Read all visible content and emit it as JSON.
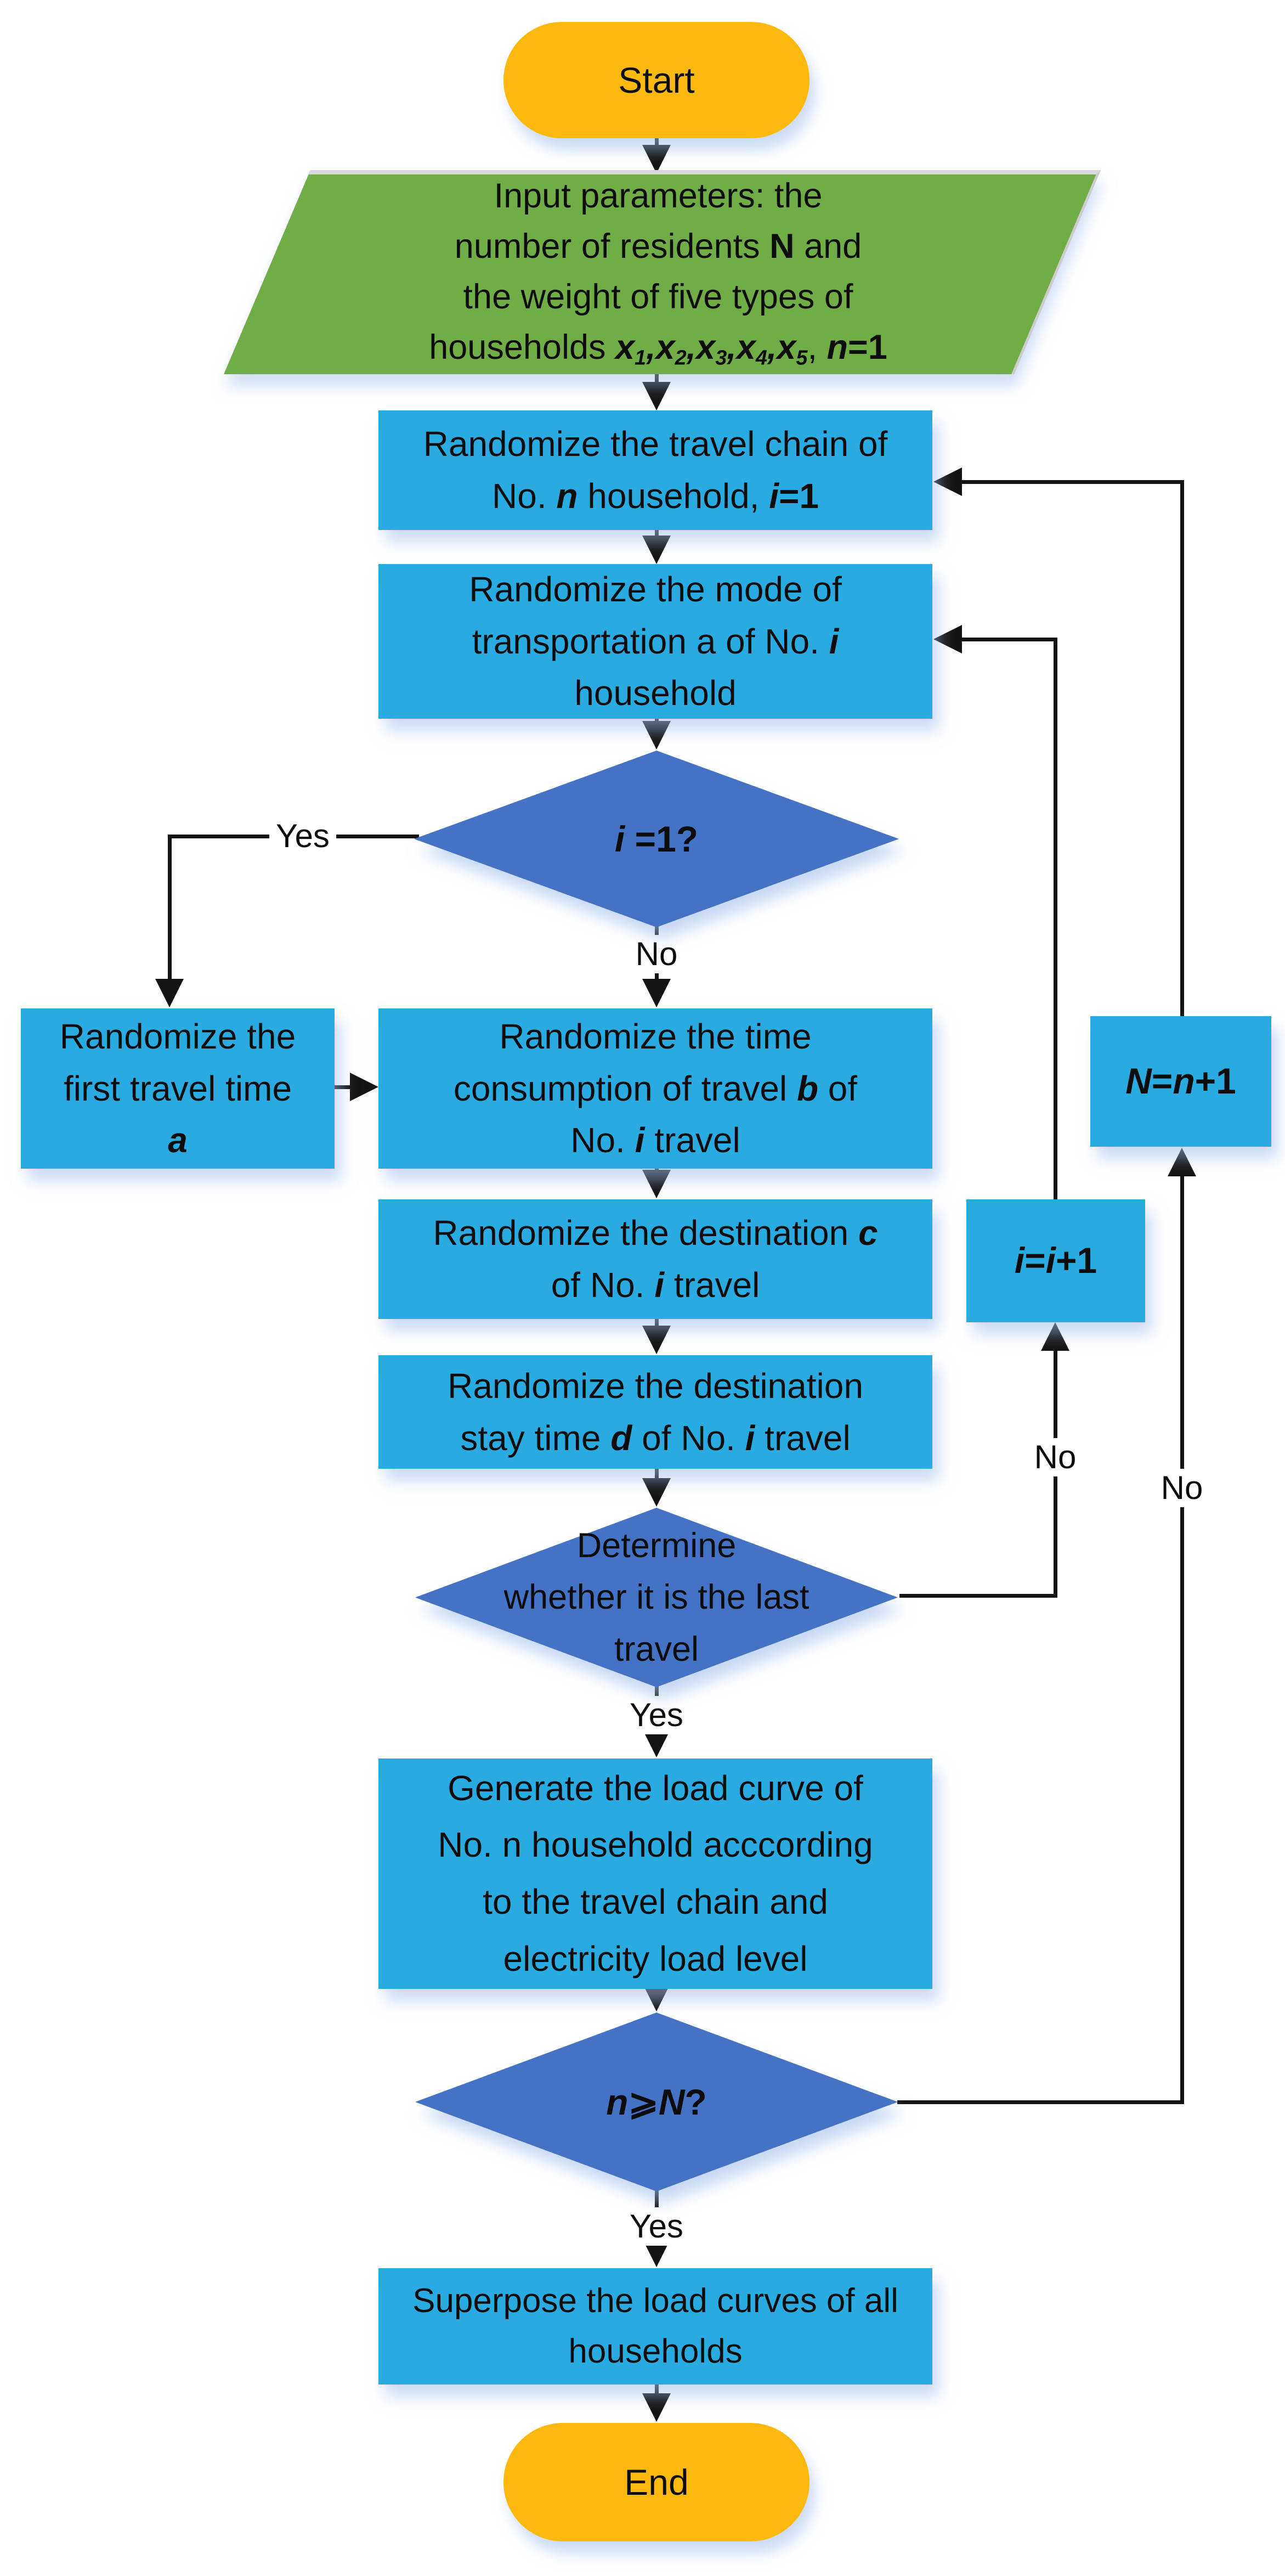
{
  "diagram": {
    "kind": "flowchart",
    "colors": {
      "terminator_fill": "#FBB80E",
      "io_fill": "#70AD47",
      "process_fill": "#29ABE2",
      "decision_fill": "#4472C4",
      "connector": "#141414",
      "text": "#0d0d0d",
      "background": "#ffffff"
    }
  },
  "nodes": {
    "start": {
      "label": "Start"
    },
    "input_parameters": {
      "lines": [
        [
          {
            "t": "Input parameters: the"
          }
        ],
        [
          {
            "t": "number of residents "
          },
          {
            "t": "N",
            "s": "b"
          },
          {
            "t": " and"
          }
        ],
        [
          {
            "t": "the weight of five types of"
          }
        ],
        [
          {
            "t": "households "
          },
          {
            "t": "x",
            "s": "bi"
          },
          {
            "t": "1",
            "s": "bisub"
          },
          {
            "t": ",",
            "s": "bi"
          },
          {
            "t": "x",
            "s": "bi"
          },
          {
            "t": "2",
            "s": "bisub"
          },
          {
            "t": ",",
            "s": "bi"
          },
          {
            "t": "x",
            "s": "bi"
          },
          {
            "t": "3",
            "s": "bisub"
          },
          {
            "t": ",",
            "s": "bi"
          },
          {
            "t": "x",
            "s": "bi"
          },
          {
            "t": "4",
            "s": "bisub"
          },
          {
            "t": ",",
            "s": "bi"
          },
          {
            "t": "x",
            "s": "bi"
          },
          {
            "t": "5",
            "s": "bisub"
          },
          {
            "t": ", "
          },
          {
            "t": "n",
            "s": "bi"
          },
          {
            "t": "=1",
            "s": "b"
          }
        ]
      ]
    },
    "travel_chain": {
      "lines": [
        [
          {
            "t": "Randomize the travel chain of"
          }
        ],
        [
          {
            "t": "No. "
          },
          {
            "t": "n",
            "s": "bi"
          },
          {
            "t": " household, "
          },
          {
            "t": "i",
            "s": "bi"
          },
          {
            "t": "=1",
            "s": "b"
          }
        ]
      ]
    },
    "transport_mode": {
      "lines": [
        [
          {
            "t": "Randomize the mode of"
          }
        ],
        [
          {
            "t": "transportation a of No. "
          },
          {
            "t": "i",
            "s": "bi"
          }
        ],
        [
          {
            "t": "household"
          }
        ]
      ]
    },
    "decision_i1": {
      "lines": [
        [
          {
            "t": "i",
            "s": "bi"
          },
          {
            "t": " "
          },
          {
            "t": "=1?",
            "s": "b"
          }
        ]
      ]
    },
    "first_travel_time": {
      "lines": [
        [
          {
            "t": "Randomize the"
          }
        ],
        [
          {
            "t": "first travel time"
          }
        ],
        [
          {
            "t": "a",
            "s": "bi"
          }
        ]
      ]
    },
    "time_consumption": {
      "lines": [
        [
          {
            "t": "Randomize the time"
          }
        ],
        [
          {
            "t": "consumption of travel "
          },
          {
            "t": "b",
            "s": "bi"
          },
          {
            "t": " of"
          }
        ],
        [
          {
            "t": "No. "
          },
          {
            "t": "i",
            "s": "bi"
          },
          {
            "t": " travel"
          }
        ]
      ]
    },
    "destination": {
      "lines": [
        [
          {
            "t": "Randomize the destination "
          },
          {
            "t": "c",
            "s": "bi"
          }
        ],
        [
          {
            "t": "of No. "
          },
          {
            "t": "i",
            "s": "bi"
          },
          {
            "t": " travel"
          }
        ]
      ]
    },
    "stay_time": {
      "lines": [
        [
          {
            "t": "Randomize the destination"
          }
        ],
        [
          {
            "t": "stay time "
          },
          {
            "t": "d",
            "s": "bi"
          },
          {
            "t": " of No. "
          },
          {
            "t": "i",
            "s": "bi"
          },
          {
            "t": " travel"
          }
        ]
      ]
    },
    "decision_last_travel": {
      "lines": [
        [
          {
            "t": "Determine"
          }
        ],
        [
          {
            "t": "whether it is the last"
          }
        ],
        [
          {
            "t": "travel"
          }
        ]
      ]
    },
    "i_increment": {
      "lines": [
        [
          {
            "t": "i",
            "s": "bi"
          },
          {
            "t": "=",
            "s": "b"
          },
          {
            "t": "i",
            "s": "bi"
          },
          {
            "t": "+1",
            "s": "b"
          }
        ]
      ]
    },
    "n_increment": {
      "lines": [
        [
          {
            "t": "N",
            "s": "bi"
          },
          {
            "t": "=",
            "s": "b"
          },
          {
            "t": "n",
            "s": "bi"
          },
          {
            "t": "+1",
            "s": "b"
          }
        ]
      ]
    },
    "generate_load_curve": {
      "lines": [
        [
          {
            "t": "Generate the load curve of"
          }
        ],
        [
          {
            "t": "No. n household acccording"
          }
        ],
        [
          {
            "t": "to the travel chain and"
          }
        ],
        [
          {
            "t": "electricity load level"
          }
        ]
      ]
    },
    "decision_n_geq_N": {
      "lines": [
        [
          {
            "t": "n",
            "s": "bi"
          },
          {
            "t": "⩾",
            "s": "b"
          },
          {
            "t": "N",
            "s": "bi"
          },
          {
            "t": "?",
            "s": "b"
          }
        ]
      ]
    },
    "superpose": {
      "lines": [
        [
          {
            "t": "Superpose the load curves of all"
          }
        ],
        [
          {
            "t": "households"
          }
        ]
      ]
    },
    "end": {
      "label": "End"
    }
  },
  "labels": {
    "d1_yes": "Yes",
    "d1_no": "No",
    "d2_no": "No",
    "d2_yes": "Yes",
    "d3_no": "No",
    "d3_yes": "Yes"
  }
}
